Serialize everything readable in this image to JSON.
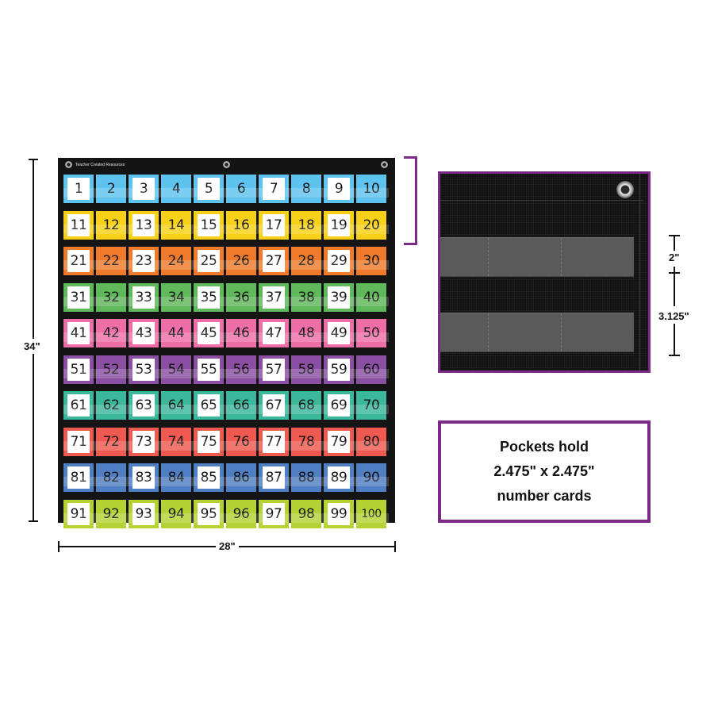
{
  "chart": {
    "brand_text": "Teacher Created Resources",
    "rows": [
      {
        "color": "#5ec3ef",
        "numbers": [
          "1",
          "2",
          "3",
          "4",
          "5",
          "6",
          "7",
          "8",
          "9",
          "10"
        ]
      },
      {
        "color": "#f7d117",
        "numbers": [
          "11",
          "12",
          "13",
          "14",
          "15",
          "16",
          "17",
          "18",
          "19",
          "20"
        ]
      },
      {
        "color": "#f07a2b",
        "numbers": [
          "21",
          "22",
          "23",
          "24",
          "25",
          "26",
          "27",
          "28",
          "29",
          "30"
        ]
      },
      {
        "color": "#5fb85a",
        "numbers": [
          "31",
          "32",
          "33",
          "34",
          "35",
          "36",
          "37",
          "38",
          "39",
          "40"
        ]
      },
      {
        "color": "#ee6fa8",
        "numbers": [
          "41",
          "42",
          "43",
          "44",
          "45",
          "46",
          "47",
          "48",
          "49",
          "50"
        ]
      },
      {
        "color": "#8a4fa3",
        "numbers": [
          "51",
          "52",
          "53",
          "54",
          "55",
          "56",
          "57",
          "58",
          "59",
          "60"
        ]
      },
      {
        "color": "#3bb89c",
        "numbers": [
          "61",
          "62",
          "63",
          "64",
          "65",
          "66",
          "67",
          "68",
          "69",
          "70"
        ]
      },
      {
        "color": "#ee5a4f",
        "numbers": [
          "71",
          "72",
          "73",
          "74",
          "75",
          "76",
          "77",
          "78",
          "79",
          "80"
        ]
      },
      {
        "color": "#4f7fc2",
        "numbers": [
          "81",
          "82",
          "83",
          "84",
          "85",
          "86",
          "87",
          "88",
          "89",
          "90"
        ]
      },
      {
        "color": "#b4d234",
        "numbers": [
          "91",
          "92",
          "93",
          "94",
          "95",
          "96",
          "97",
          "98",
          "99",
          "100"
        ]
      }
    ],
    "white_card_columns": [
      0,
      2,
      4,
      6,
      8
    ]
  },
  "dimensions": {
    "height_label": "34\"",
    "width_label": "28\"",
    "pocket_height_label": "2\"",
    "spacing_label": "3.125\""
  },
  "info_box": {
    "lines": [
      "Pockets hold",
      "2.475\" x 2.475\"",
      "number cards"
    ]
  },
  "accent_color": "#7b2a86"
}
